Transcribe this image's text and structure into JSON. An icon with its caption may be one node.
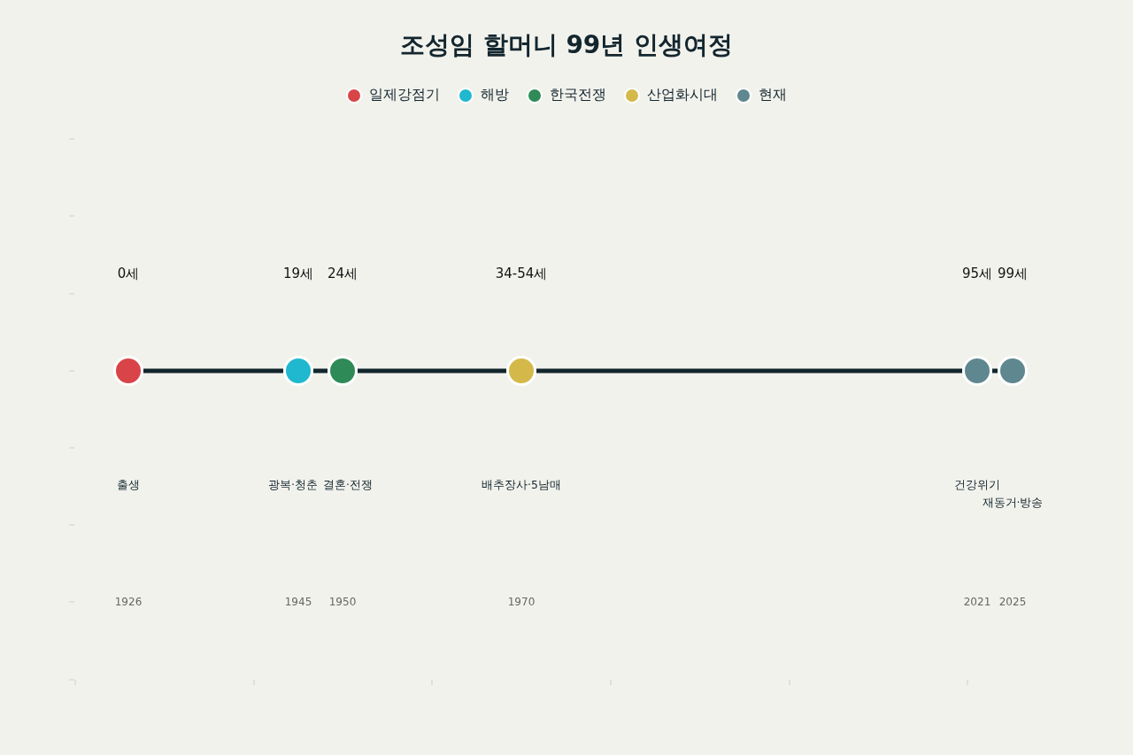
{
  "diagram": {
    "title": "조성임 할머니 99년 인생여정",
    "nodes": [
      {
        "text": [],
        "shape": "circle"
      },
      {
        "text": [],
        "shape": "circle"
      },
      {
        "text": [],
        "shape": "circle"
      },
      {
        "text": [],
        "shape": "circle"
      },
      {
        "text": [],
        "shape": "circle"
      },
      {
        "text": [],
        "shape": "circle"
      }
    ],
    "edges": [
      {
        "from": 0,
        "to": 1,
        "arrow": "none"
      },
      {
        "from": 1,
        "to": 2,
        "arrow": "none"
      },
      {
        "from": 2,
        "to": 3,
        "arrow": "none"
      },
      {
        "from": 3,
        "to": 4,
        "arrow": "none"
      },
      {
        "from": 4,
        "to": 5,
        "arrow": "none"
      }
    ],
    "labels": [
      "0세",
      "19세",
      "24세",
      "34-54세",
      "95세",
      "99세",
      "출생",
      "광복·청춘",
      "결혼·전쟁",
      "배추장사·5남매",
      "건강위기",
      "재동거·방송",
      "1926",
      "1945",
      "1950",
      "1970",
      "2021",
      "2025"
    ],
    "legend": [
      {
        "text": "일제강점기",
        "color": "#d94449"
      },
      {
        "text": "해방",
        "color": "#1fb8cf"
      },
      {
        "text": "한국전쟁",
        "color": "#2e8b57"
      },
      {
        "text": "산업화시대",
        "color": "#d4b94a"
      },
      {
        "text": "현재",
        "color": "#5f8790"
      }
    ]
  }
}
